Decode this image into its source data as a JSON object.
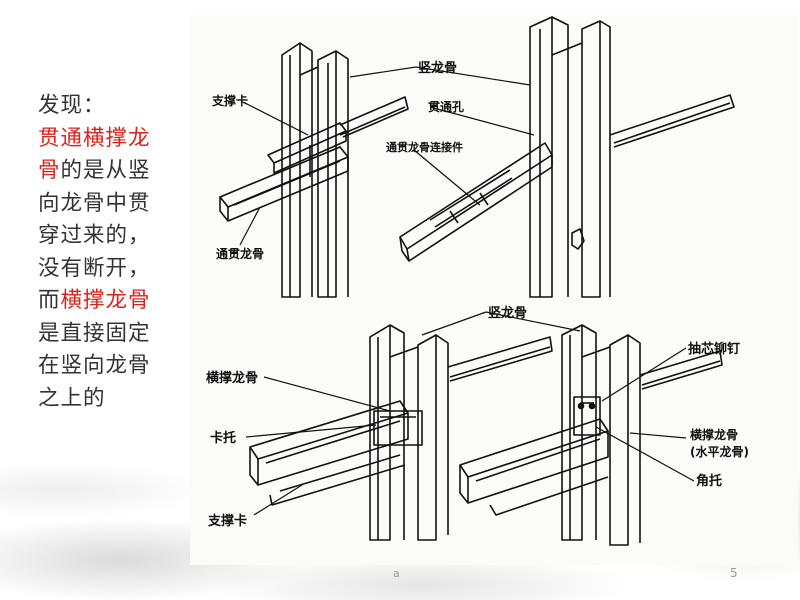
{
  "text": {
    "heading": "发现：",
    "red1": "贯通横撑龙骨",
    "line2_rest": "的是从竖向龙骨中贯穿过来的，没有断开，而",
    "red2": "横撑龙骨",
    "line3_rest": "是直接固定在竖向龙骨之上的"
  },
  "labels": {
    "top_vertical_keel": "竖龙骨",
    "support_clip_top": "支撑卡",
    "through_hole": "贯通孔",
    "through_keel_connector": "通贯龙骨连接件",
    "through_keel": "通贯龙骨",
    "bottom_vertical_keel": "竖龙骨",
    "cross_keel_left": "横撑龙骨",
    "bracket": "卡托",
    "support_clip_bottom": "支撑卡",
    "blind_rivet": "抽芯铆钉",
    "cross_keel_right": "横撑龙骨",
    "horizontal_keel": "(水平龙骨)",
    "angle_bracket": "角托"
  },
  "footer": {
    "mark": "a",
    "page": "5"
  },
  "colors": {
    "red_text": "#d8241c",
    "body_text": "#333333",
    "line": "#111111"
  }
}
